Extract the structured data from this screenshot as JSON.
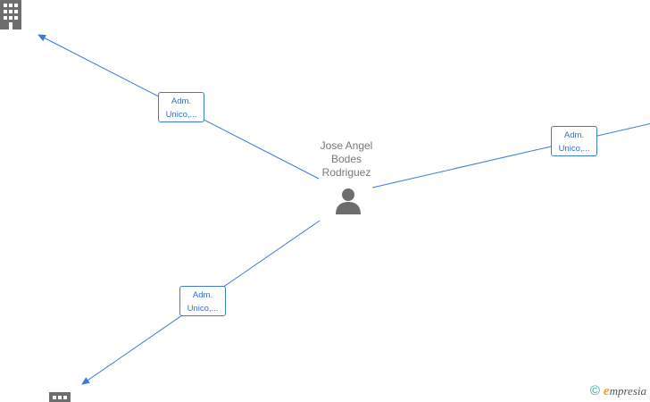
{
  "center_person": {
    "name_lines": [
      "Jose Angel",
      "Bodes",
      "Rodriguez"
    ],
    "icon": "person-icon"
  },
  "relations": [
    {
      "id": "top-left",
      "label_lines": [
        "Adm.",
        "Unico,..."
      ],
      "target_icon": "building-icon"
    },
    {
      "id": "right",
      "label_lines": [
        "Adm.",
        "Unico,..."
      ],
      "target_icon": "building-icon"
    },
    {
      "id": "bottom-left",
      "label_lines": [
        "Adm.",
        "Unico,..."
      ],
      "target_icon": "building-icon"
    }
  ],
  "colors": {
    "edge": "#3a7bd5",
    "label_text": "#2e6fcf",
    "icon_gray": "#6d6d6d"
  },
  "footer": {
    "copyright_symbol": "©",
    "brand_initial": "e",
    "brand_rest": "mpresia"
  }
}
